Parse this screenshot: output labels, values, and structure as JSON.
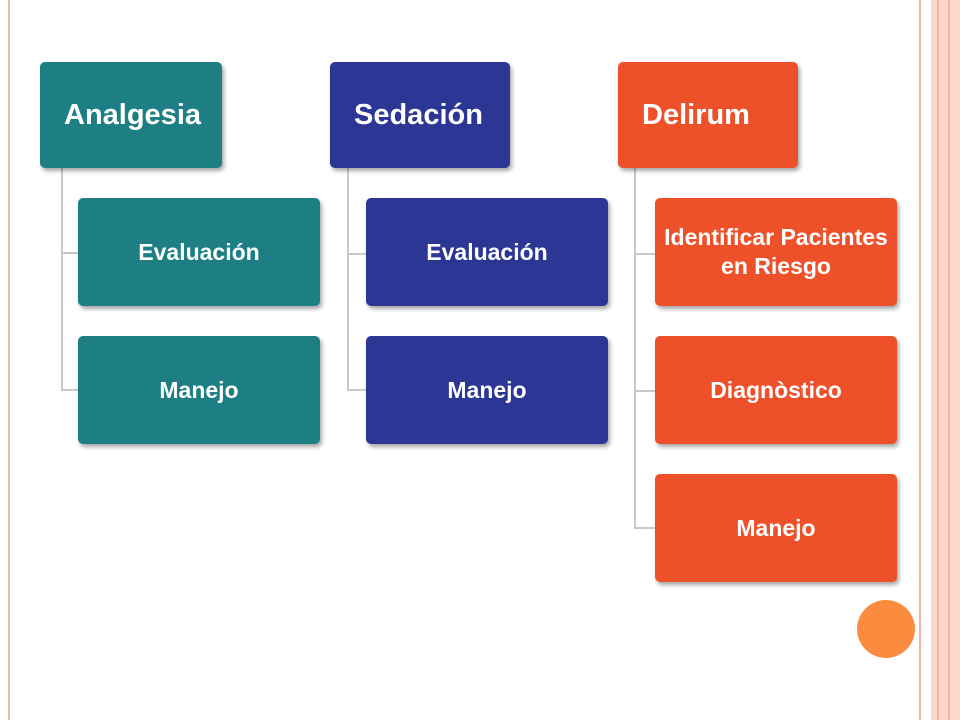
{
  "diagram": {
    "columns": [
      {
        "title": "Analgesia",
        "color": "#1d7f84",
        "items": [
          "Evaluación",
          "Manejo"
        ]
      },
      {
        "title": "Sedación",
        "color": "#2c3694",
        "items": [
          "Evaluación",
          "Manejo"
        ]
      },
      {
        "title": "Delirum",
        "color": "#ee512a",
        "items": [
          "Identificar Pacientes en Riesgo",
          "Diagnòstico",
          "Manejo"
        ]
      }
    ]
  },
  "decor": {
    "accent_color": "#fb8b3f",
    "frame_color": "#f2b6a8"
  }
}
